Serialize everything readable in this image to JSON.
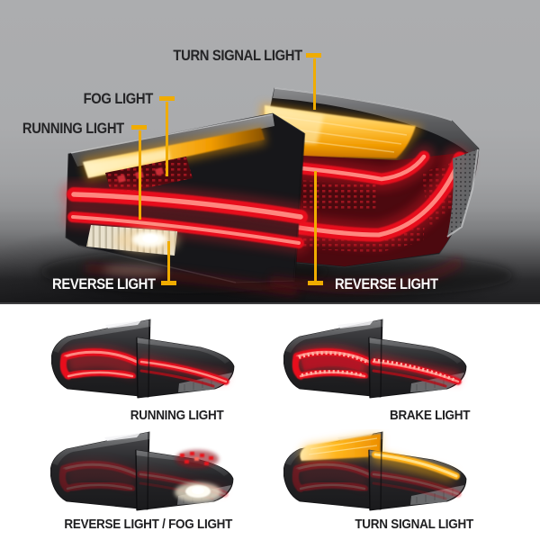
{
  "callouts": {
    "turn_signal": "TURN SIGNAL LIGHT",
    "fog": "FOG LIGHT",
    "running": "RUNNING LIGHT",
    "reverse_left": "REVERSE LIGHT",
    "reverse_right": "REVERSE LIGHT"
  },
  "gallery": {
    "running": "RUNNING LIGHT",
    "brake": "BRAKE LIGHT",
    "reverse_fog": "REVERSE LIGHT / FOG LIGHT",
    "turn_signal": "TURN SIGNAL LIGHT"
  },
  "colors": {
    "callout_accent": "#F0AC00",
    "label_dark": "#242426",
    "label_light": "#FAFAFA",
    "photo_bg_top": "#ACADAF",
    "photo_bg_bottom": "#1E1E20",
    "gallery_bg": "#FFFFFF",
    "tail_red": "#E8101E",
    "turn_amber": "#FFB31E",
    "reverse_white": "#FFFDF3"
  }
}
